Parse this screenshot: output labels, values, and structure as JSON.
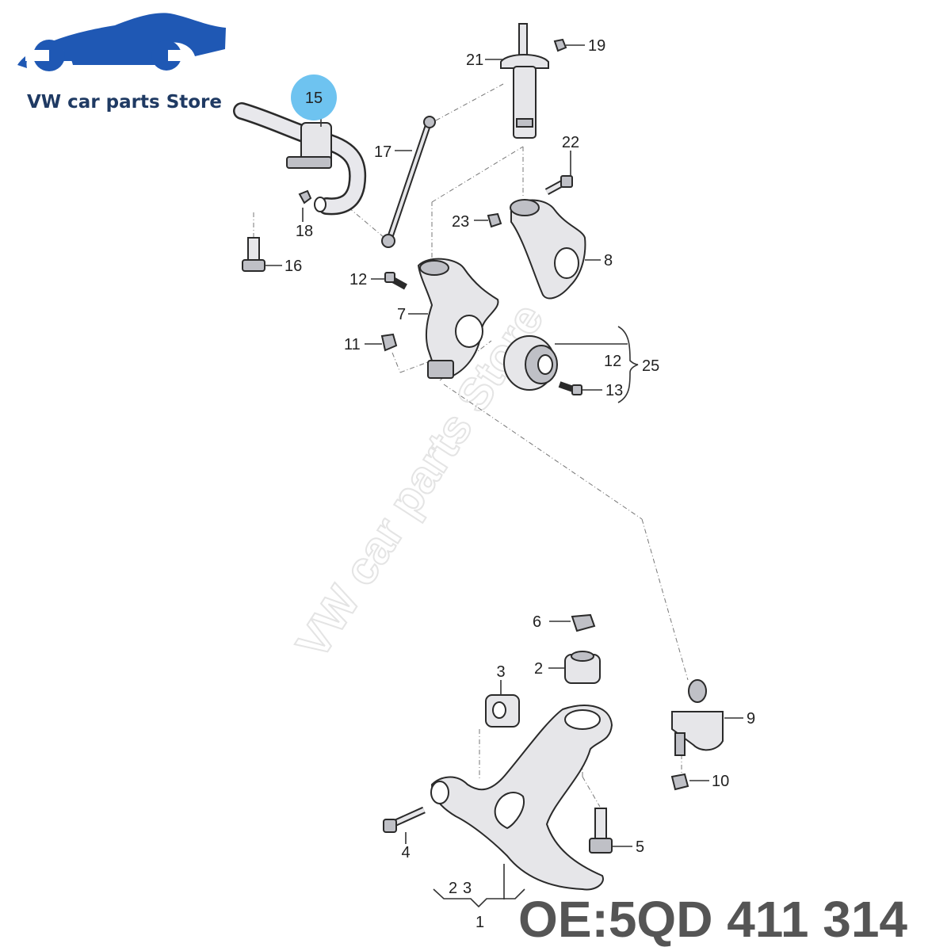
{
  "store": {
    "name": "VW car parts Store",
    "logo_color": "#1f58b4"
  },
  "watermark": "VW car parts Store",
  "highlight": {
    "label": "15",
    "color": "#6ec3f0"
  },
  "callouts": {
    "c1": "1",
    "c2": "2",
    "c2b": "2",
    "c3": "3",
    "c3b": "3",
    "c4": "4",
    "c5": "5",
    "c6": "6",
    "c7": "7",
    "c8": "8",
    "c9": "9",
    "c10": "10",
    "c11": "11",
    "c12": "12",
    "c12b": "12",
    "c13": "13",
    "c16": "16",
    "c17": "17",
    "c18": "18",
    "c19": "19",
    "c21": "21",
    "c22": "22",
    "c23": "23",
    "c25": "25"
  },
  "oe_number": "OE:5QD 411 314"
}
